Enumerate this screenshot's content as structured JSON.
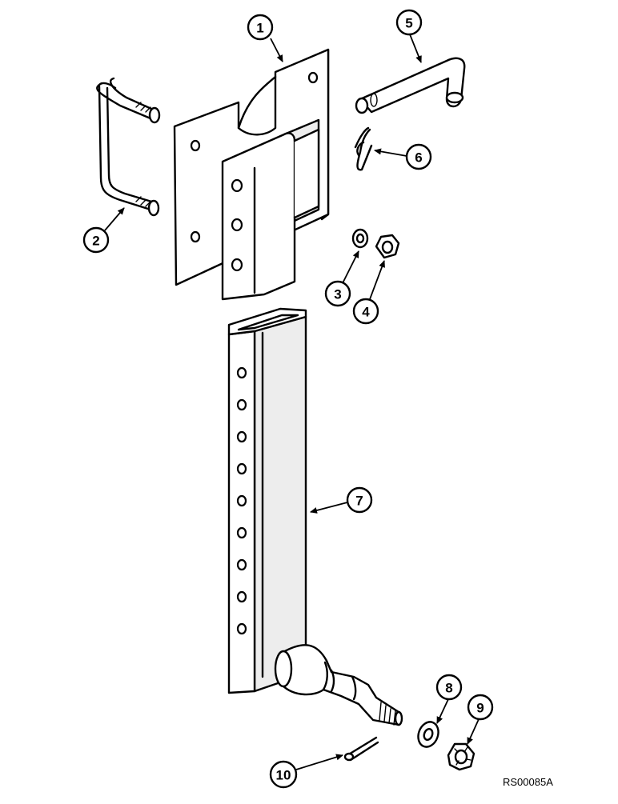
{
  "callouts": [
    "1",
    "2",
    "3",
    "4",
    "5",
    "6",
    "7",
    "8",
    "9",
    "10"
  ],
  "reference_code": "RS00085A"
}
